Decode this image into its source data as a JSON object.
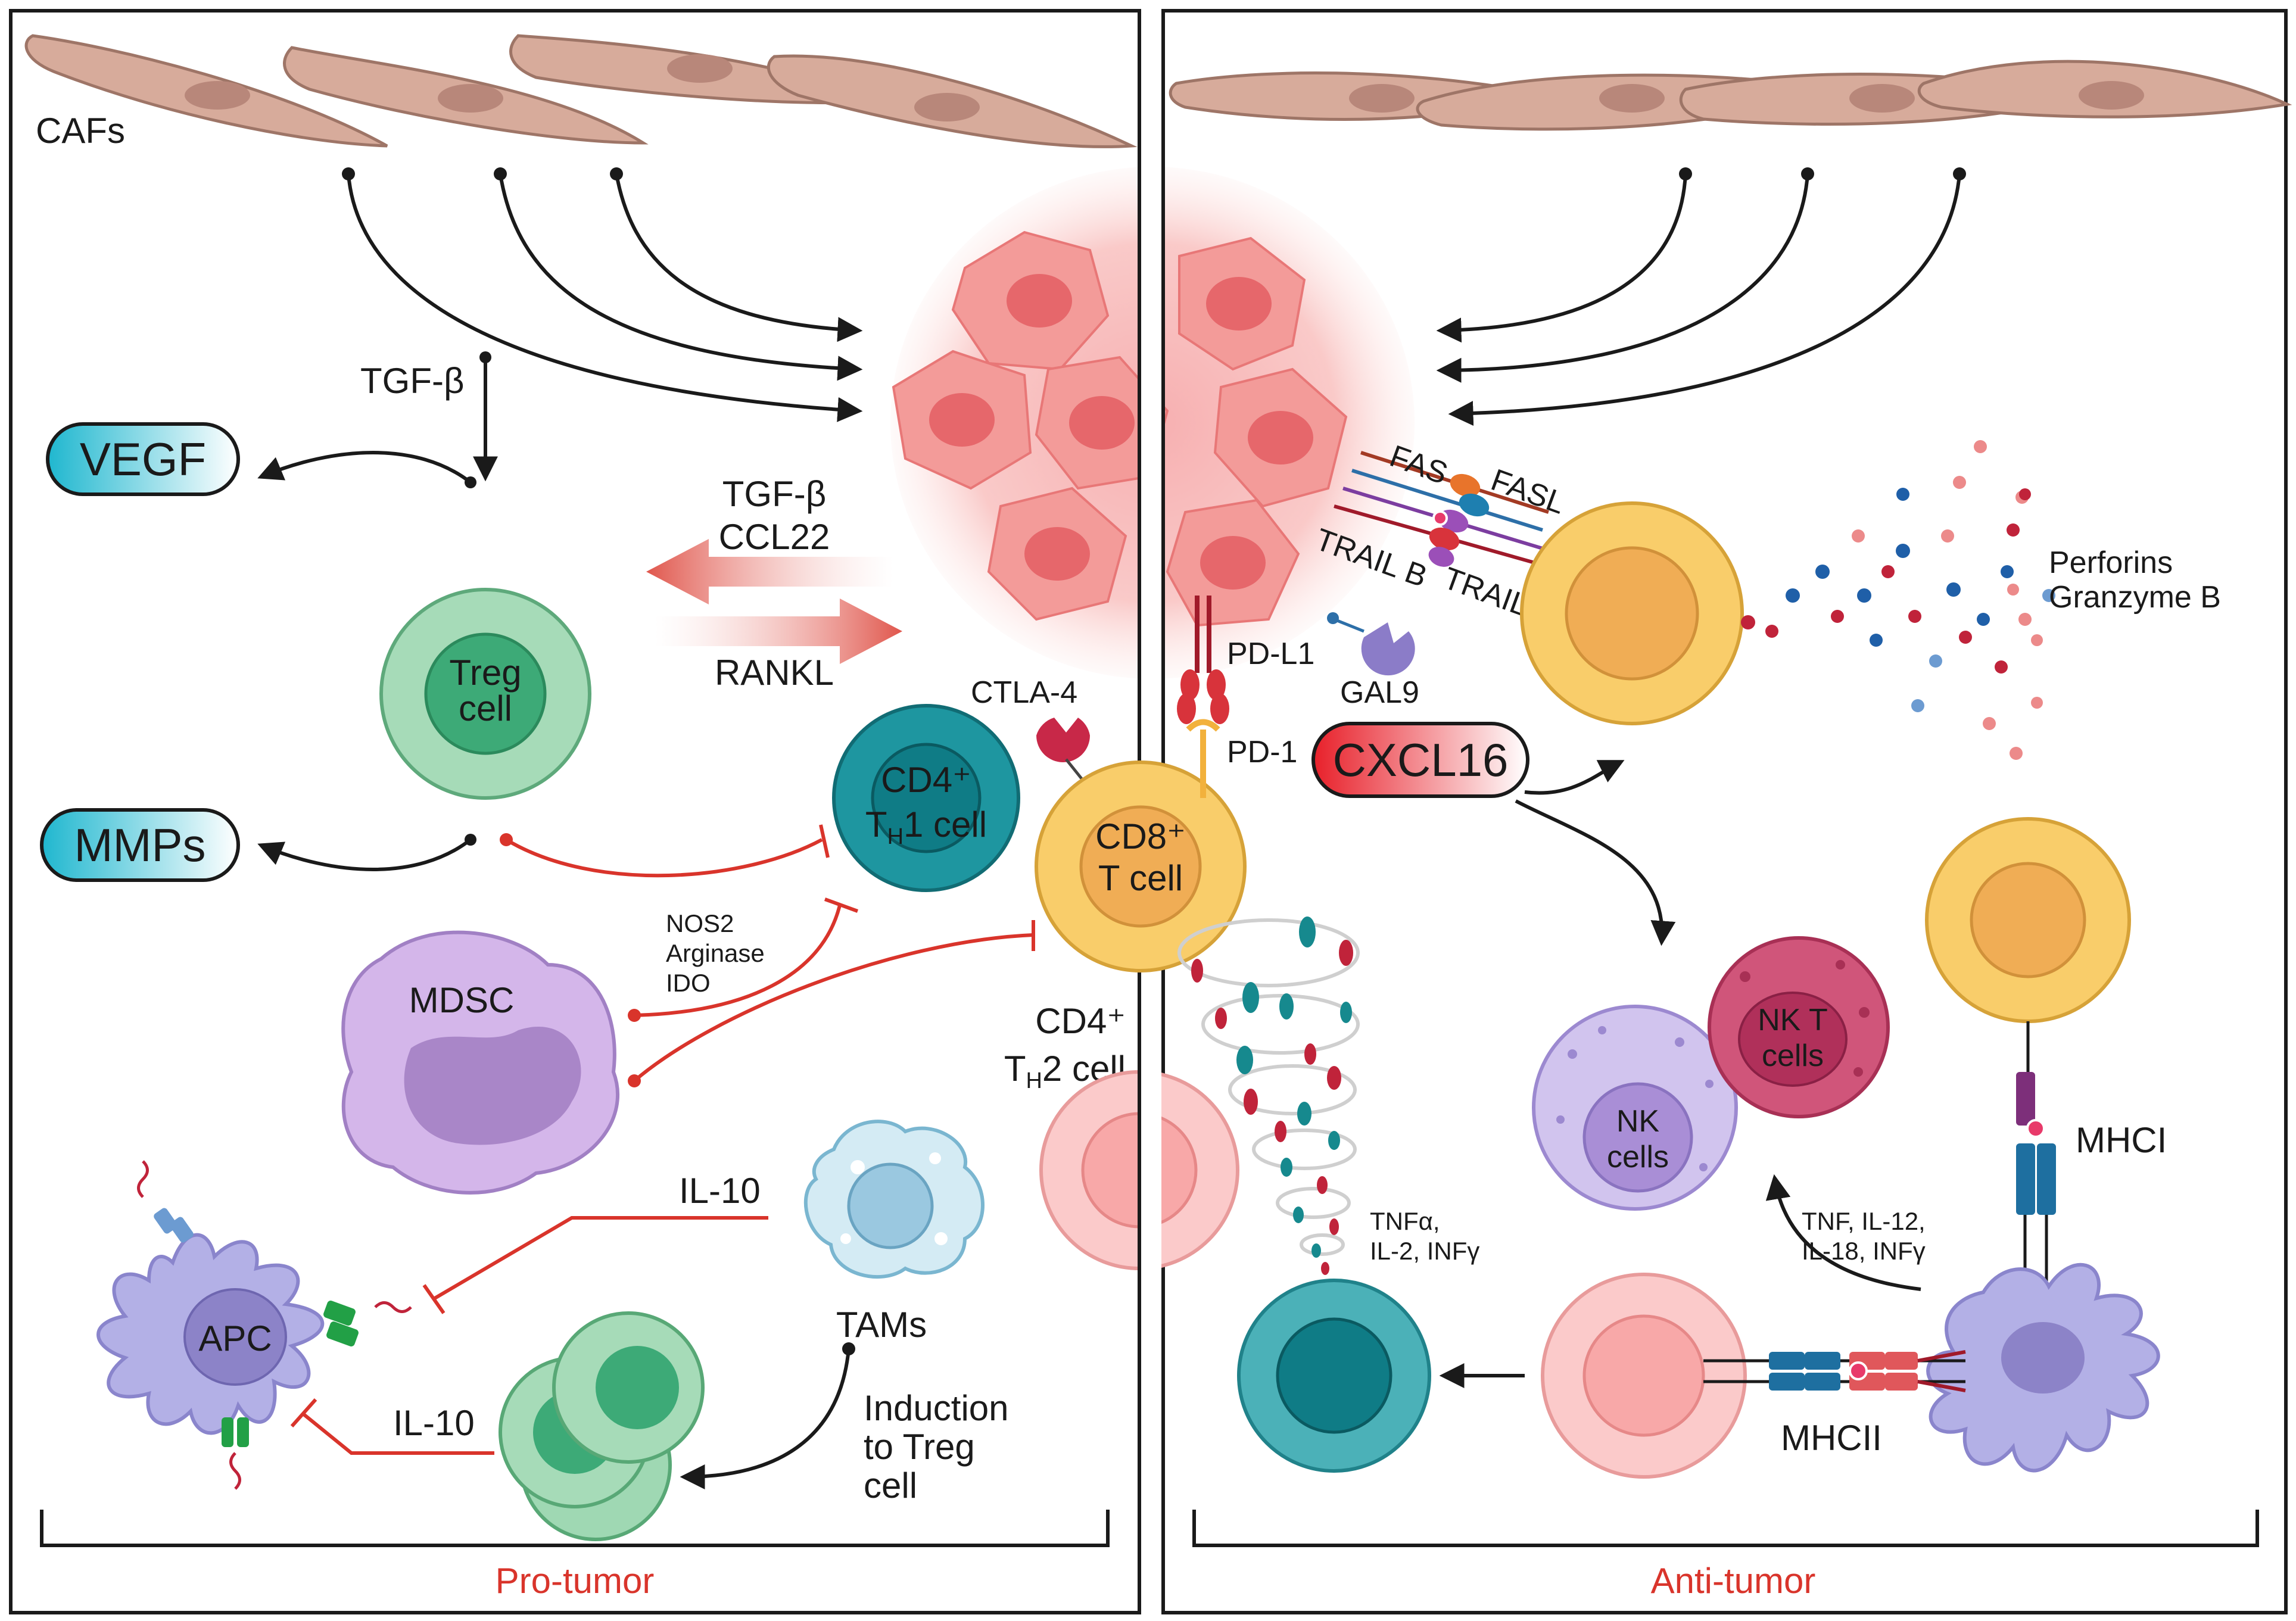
{
  "left_panel": {
    "caption": "Pro-tumor",
    "cafs_label": "CAFs",
    "tgfb_label": "TGF-β",
    "vegf_label": "VEGF",
    "mmps_label": "MMPs",
    "tumor_secreted_1": "TGF-β",
    "tumor_secreted_2": "CCL22",
    "rankl_label": "RANKL",
    "treg_line1": "Treg",
    "treg_line2": "cell",
    "ctla4_label": "CTLA-4",
    "cd4_th1_line1": "CD4⁺",
    "cd4_th1_line2": "T",
    "cd4_th1_sub": "H",
    "cd4_th1_rest": "1 cell",
    "cd8_line1": "CD8⁺",
    "cd8_line2": "T cell",
    "mdsc_label": "MDSC",
    "mdsc_factor_1": "NOS2",
    "mdsc_factor_2": "Arginase",
    "mdsc_factor_3": "IDO",
    "cd4_th2_line1": "CD4⁺",
    "cd4_th2_line2": "T",
    "cd4_th2_sub": "H",
    "cd4_th2_rest": "2 cell",
    "il10_top": "IL-10",
    "il10_bottom": "IL-10",
    "tams_label": "TAMs",
    "apc_label": "APC",
    "induction_1": "Induction",
    "induction_2": "to Treg",
    "induction_3": "cell"
  },
  "right_panel": {
    "caption": "Anti-tumor",
    "fas_label": "FAS",
    "fasl_label": "FASL",
    "trailb_label": "TRAIL B",
    "trail_label": "TRAIL",
    "pdl1_label": "PD-L1",
    "pd1_label": "PD-1",
    "gal9_label": "GAL9",
    "cxcl16_label": "CXCL16",
    "perforins_label": "Perforins",
    "granzyme_label": "Granzyme B",
    "nk_line1": "NK",
    "nk_line2": "cells",
    "nkt_line1": "NK T",
    "nkt_line2": "cells",
    "mhci_label": "MHCI",
    "mhcii_label": "MHCII",
    "cytokines_dc_1": "TNF, IL-12,",
    "cytokines_dc_2": "IL-18, INFγ",
    "cytokines_t_1": "TNFα,",
    "cytokines_t_2": "IL-2, INFγ"
  },
  "colors": {
    "caption_red": "#d9342b",
    "inhibit_red": "#d9342b",
    "tumor_pink": "#f08a8a",
    "caf_tan": "#d7ab9b",
    "treg_green": "#7fc79b",
    "th1_teal": "#1e96a0",
    "cd8_yellow": "#f9cd6a",
    "mdsc_purple": "#c6a6de",
    "apc_lavender": "#b3b0e6",
    "tam_blue": "#cfe6f0",
    "nk_lavender": "#c8b8ea",
    "nkt_magenta": "#d0557a"
  }
}
